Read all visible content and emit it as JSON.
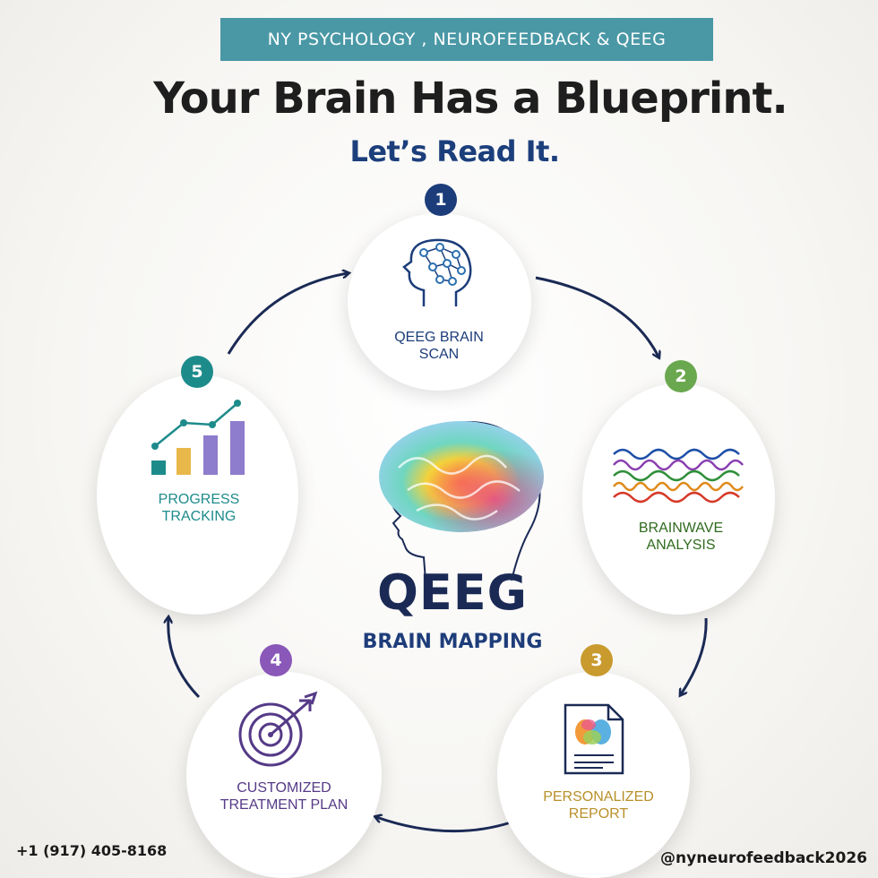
{
  "banner": "NY PSYCHOLOGY , NEUROFEEDBACK & QEEG",
  "headline": "Your Brain Has a Blueprint.",
  "subheadline": "Let’s Read It.",
  "center": {
    "title": "QEEG",
    "subtitle": "BRAIN MAPPING"
  },
  "steps": [
    {
      "number": "1",
      "line1": "QEEG BRAIN",
      "line2": "SCAN",
      "color": "#1c3d7a",
      "icon": "head-network-icon"
    },
    {
      "number": "2",
      "line1": "BRAINWAVE",
      "line2": "ANALYSIS",
      "color": "#6aa84f",
      "label_color": "#2f6b1e",
      "icon": "brainwave-icon"
    },
    {
      "number": "3",
      "line1": "PERSONALIZED",
      "line2": "REPORT",
      "color": "#c99a2e",
      "label_color": "#b8902a",
      "icon": "report-document-icon"
    },
    {
      "number": "4",
      "line1": "CUSTOMIZED",
      "line2": "TREATMENT PLAN",
      "color": "#8a58b8",
      "label_color": "#553a87",
      "icon": "target-arrow-icon"
    },
    {
      "number": "5",
      "line1": "PROGRESS",
      "line2": "TRACKING",
      "color": "#1e8b8b",
      "label_color": "#1e8b8b",
      "icon": "progress-chart-icon"
    }
  ],
  "footer": {
    "phone": "+1 (917) 405-8168",
    "handle": "@nyneurofeedback2026"
  }
}
